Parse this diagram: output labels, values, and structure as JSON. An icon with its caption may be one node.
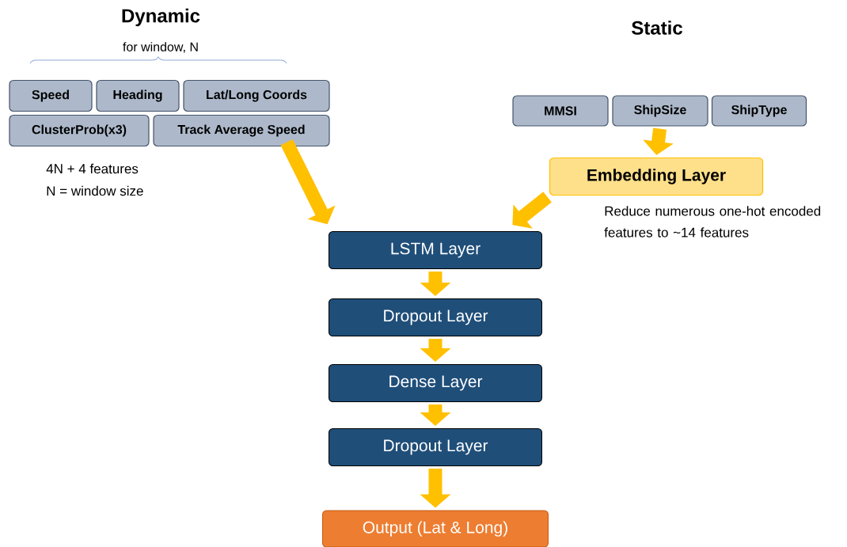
{
  "diagram": {
    "nodes": [
      {
        "text": [
          "Speed"
        ]
      },
      {
        "text": [
          "Heading"
        ]
      },
      {
        "text": [
          "Lat/Long Coords"
        ]
      },
      {
        "text": [
          "ClusterProb(x3)"
        ]
      },
      {
        "text": [
          "Track Average Speed"
        ]
      },
      {
        "text": [
          "MMSI"
        ]
      },
      {
        "text": [
          "ShipSize"
        ]
      },
      {
        "text": [
          "ShipType"
        ]
      },
      {
        "text": [
          "Embedding Layer"
        ],
        "beside": [
          "Reduce numerous one-hot encoded features to ~14 features"
        ]
      },
      {
        "text": [
          "LSTM Layer"
        ]
      },
      {
        "text": [
          "Dropout Layer"
        ]
      },
      {
        "text": [
          "Dense Layer"
        ]
      },
      {
        "text": [
          "Dropout Layer"
        ]
      },
      {
        "text": [
          "Output (Lat & Long)"
        ]
      }
    ],
    "edges": [
      {
        "from": 4,
        "to": 9,
        "arrow": "to"
      },
      {
        "from": 6,
        "to": 8,
        "arrow": "to"
      },
      {
        "from": 8,
        "to": 9,
        "arrow": "to"
      },
      {
        "from": 9,
        "to": 10,
        "arrow": "to"
      },
      {
        "from": 10,
        "to": 11,
        "arrow": "to"
      },
      {
        "from": 11,
        "to": 12,
        "arrow": "to"
      },
      {
        "from": 12,
        "to": 13,
        "arrow": "to"
      }
    ],
    "labels": [
      "Dynamic",
      "for window, N",
      "Static",
      "4N + 4 features",
      "N = window size"
    ]
  }
}
